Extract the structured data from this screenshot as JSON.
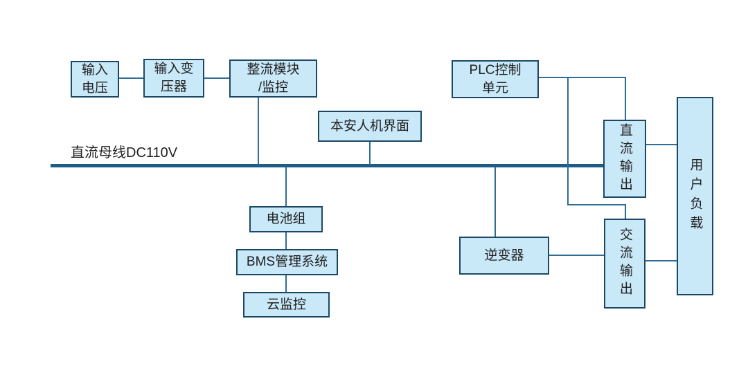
{
  "diagram_title": "直流母线DC110V",
  "bus": {
    "label": "直流母线DC110V"
  },
  "nodes": {
    "input_voltage": {
      "label": "输入\n电压"
    },
    "input_transformer": {
      "label": "输入变\n压器"
    },
    "rectifier": {
      "label": "整流模块\n/监控"
    },
    "hmi": {
      "label": "本安人机界面"
    },
    "plc": {
      "label": "PLC控制\n单元"
    },
    "battery": {
      "label": "电池组"
    },
    "bms": {
      "label": "BMS管理系统"
    },
    "cloud": {
      "label": "云监控"
    },
    "inverter": {
      "label": "逆变器"
    },
    "dc_output": {
      "label": "直流输出"
    },
    "ac_output": {
      "label": "交流输出"
    },
    "user_load": {
      "label": "用户负载"
    }
  },
  "colors": {
    "bg": "#ffffff",
    "box-fill": "#c9e8f8",
    "box-border": "#1b4965",
    "line": "#2e6e94",
    "bus": "#1d5d85",
    "text": "#1f1f1f"
  }
}
